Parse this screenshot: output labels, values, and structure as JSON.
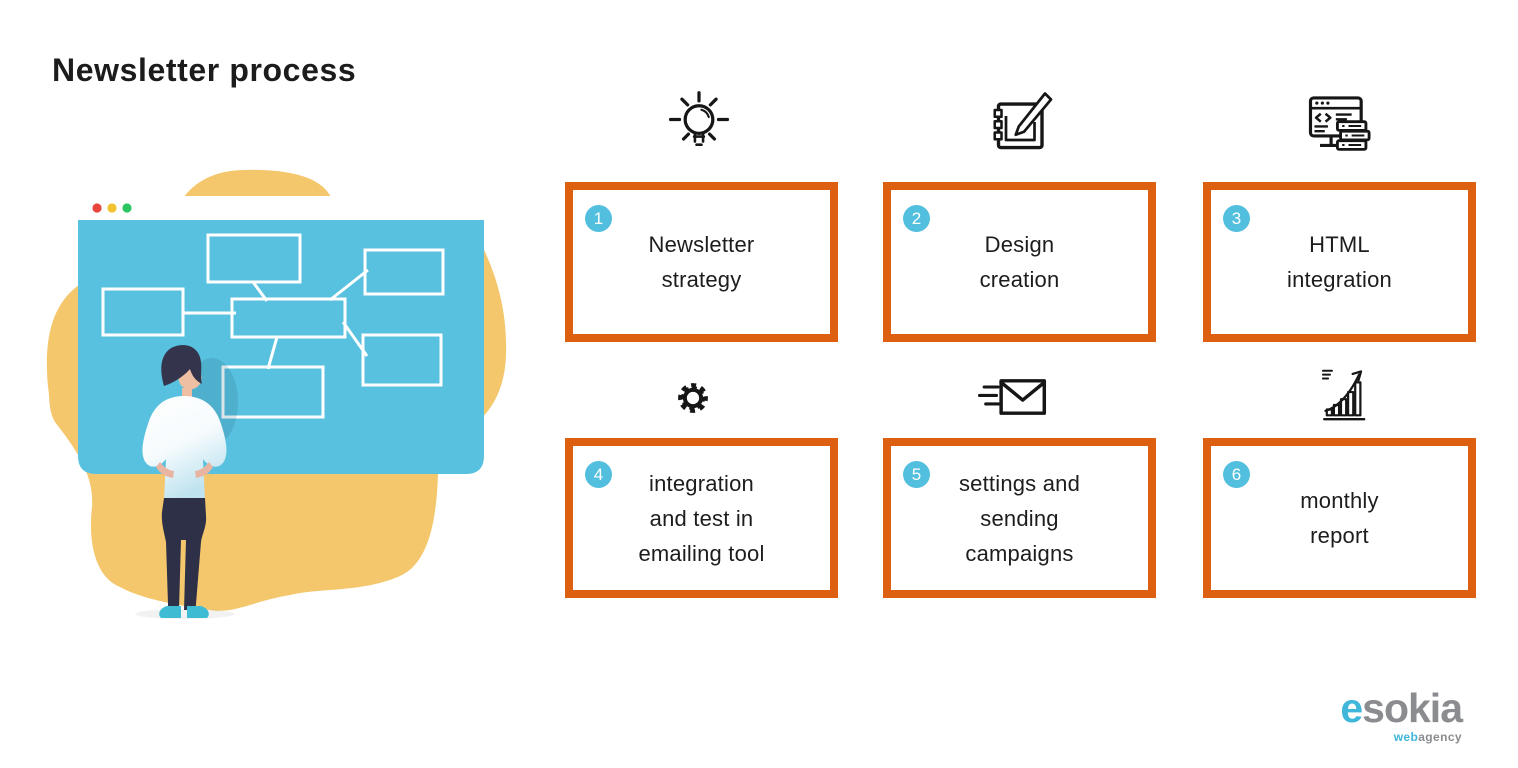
{
  "title": "Newsletter process",
  "steps": [
    {
      "number": "1",
      "icon": "lightbulb-icon",
      "lines": [
        "Newsletter",
        "strategy"
      ]
    },
    {
      "number": "2",
      "icon": "design-tablet-icon",
      "lines": [
        "Design",
        "creation"
      ]
    },
    {
      "number": "3",
      "icon": "html-code-browser-icon",
      "lines": [
        "HTML",
        "integration"
      ]
    },
    {
      "number": "4",
      "icon": "gear-icon",
      "lines": [
        "integration",
        "and test in",
        "emailing tool"
      ]
    },
    {
      "number": "5",
      "icon": "sending-email-icon",
      "lines": [
        "settings and",
        "sending",
        "campaigns"
      ]
    },
    {
      "number": "6",
      "icon": "growth-chart-icon",
      "lines": [
        "monthly",
        "report"
      ]
    }
  ],
  "logo": {
    "brand_blue_part": "e",
    "brand_gray_part": "sokia",
    "tagline_blue_part": "web",
    "tagline_gray_part": "agency"
  },
  "colors": {
    "accent_orange": "#DD5F10",
    "badge_blue": "#52BFDF",
    "screen_blue": "#58C1DF",
    "blob_yellow": "#F4C76D",
    "logo_blue": "#41B6DB",
    "logo_gray": "#8A8C8F",
    "ink": "#1D1D1E"
  }
}
